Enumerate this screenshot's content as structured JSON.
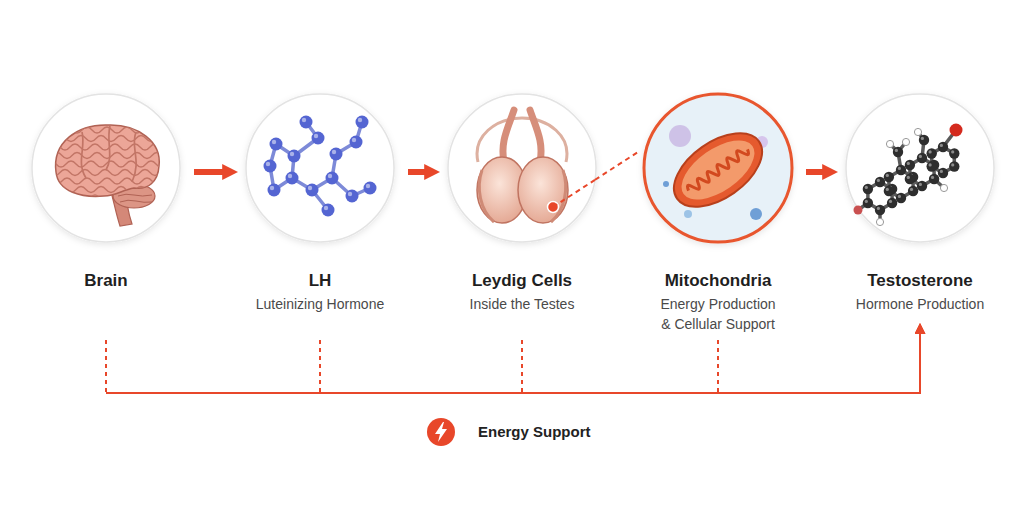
{
  "diagram": {
    "nodes": [
      {
        "text": [
          "Brain"
        ]
      },
      {
        "text": [
          "LH",
          "Luteinizing Hormone"
        ]
      },
      {
        "text": [
          "Leydig Cells",
          "Inside the Testes"
        ]
      },
      {
        "text": [
          "Mitochondria",
          "Energy Production & Cellular Support"
        ]
      },
      {
        "text": [
          "Testosterone",
          "Hormone Production"
        ]
      }
    ],
    "edges": [
      {
        "from": 0,
        "to": 1,
        "arrow": "to"
      },
      {
        "from": 1,
        "to": 2,
        "arrow": "to"
      },
      {
        "from": 2,
        "to": 3,
        "arrow": "none"
      },
      {
        "from": 3,
        "to": 4,
        "arrow": "to"
      },
      {
        "from": 0,
        "to": 4,
        "arrow": "to"
      },
      {
        "from": 1,
        "to": 4,
        "arrow": "to"
      },
      {
        "from": 2,
        "to": 4,
        "arrow": "to"
      },
      {
        "from": 3,
        "to": 4,
        "arrow": "to"
      }
    ],
    "labels": [
      "Energy Support"
    ]
  }
}
